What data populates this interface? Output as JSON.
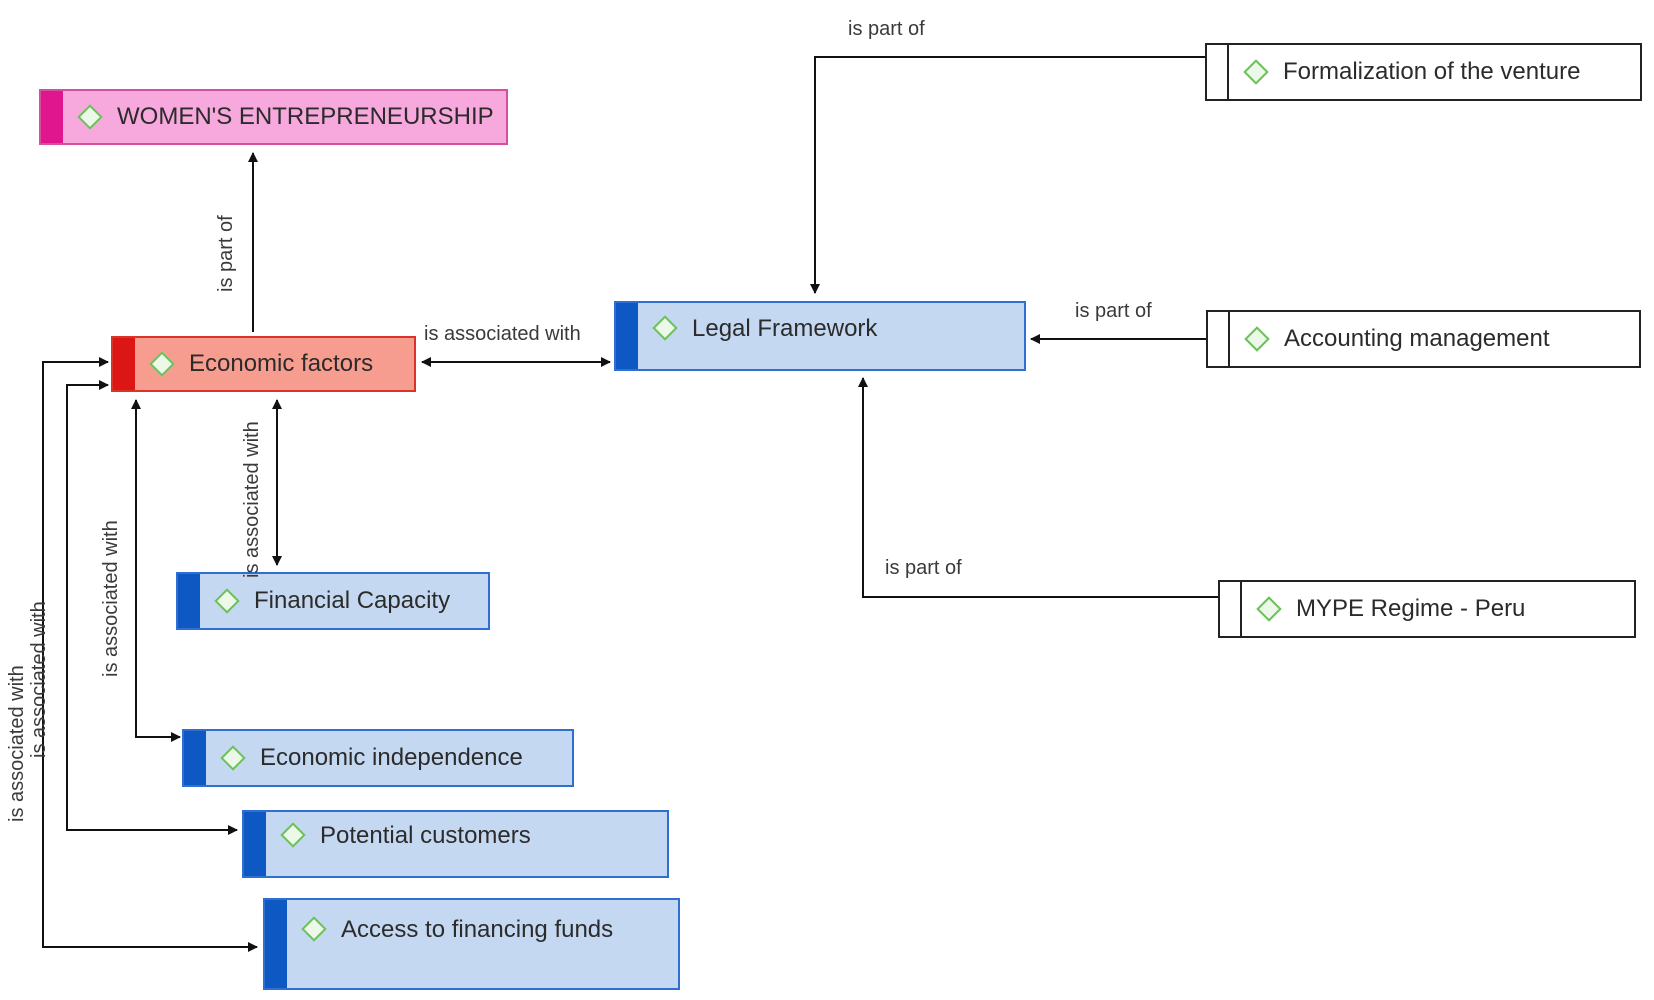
{
  "nodes": {
    "womens_entrepreneurship": "WOMEN'S ENTREPRENEURSHIP",
    "economic_factors": "Economic factors",
    "legal_framework": "Legal Framework",
    "financial_capacity": "Financial Capacity",
    "economic_independence": "Economic independence",
    "potential_customers": "Potential customers",
    "access_to_financing_funds": "Access to financing funds",
    "formalization_of_the_venture": "Formalization of the venture",
    "accounting_management": "Accounting management",
    "mype_regime_peru": "MYPE Regime - Peru"
  },
  "edges": {
    "economic_to_womens": "is part of",
    "economic_legal": "is associated with",
    "economic_financial": "is associated with",
    "economic_independence": "is associated with",
    "economic_customers": "is associated with",
    "economic_funds": "is associated with",
    "formalization_to_legal": "is part of",
    "accounting_to_legal": "is part of",
    "mype_to_legal": "is part of"
  },
  "colors": {
    "blue_node": "#c5d8f1",
    "pink_node": "#f7a8dd",
    "red_node": "#f79d90",
    "white_node": "#ffffff",
    "diamond": "#6cc05a"
  }
}
